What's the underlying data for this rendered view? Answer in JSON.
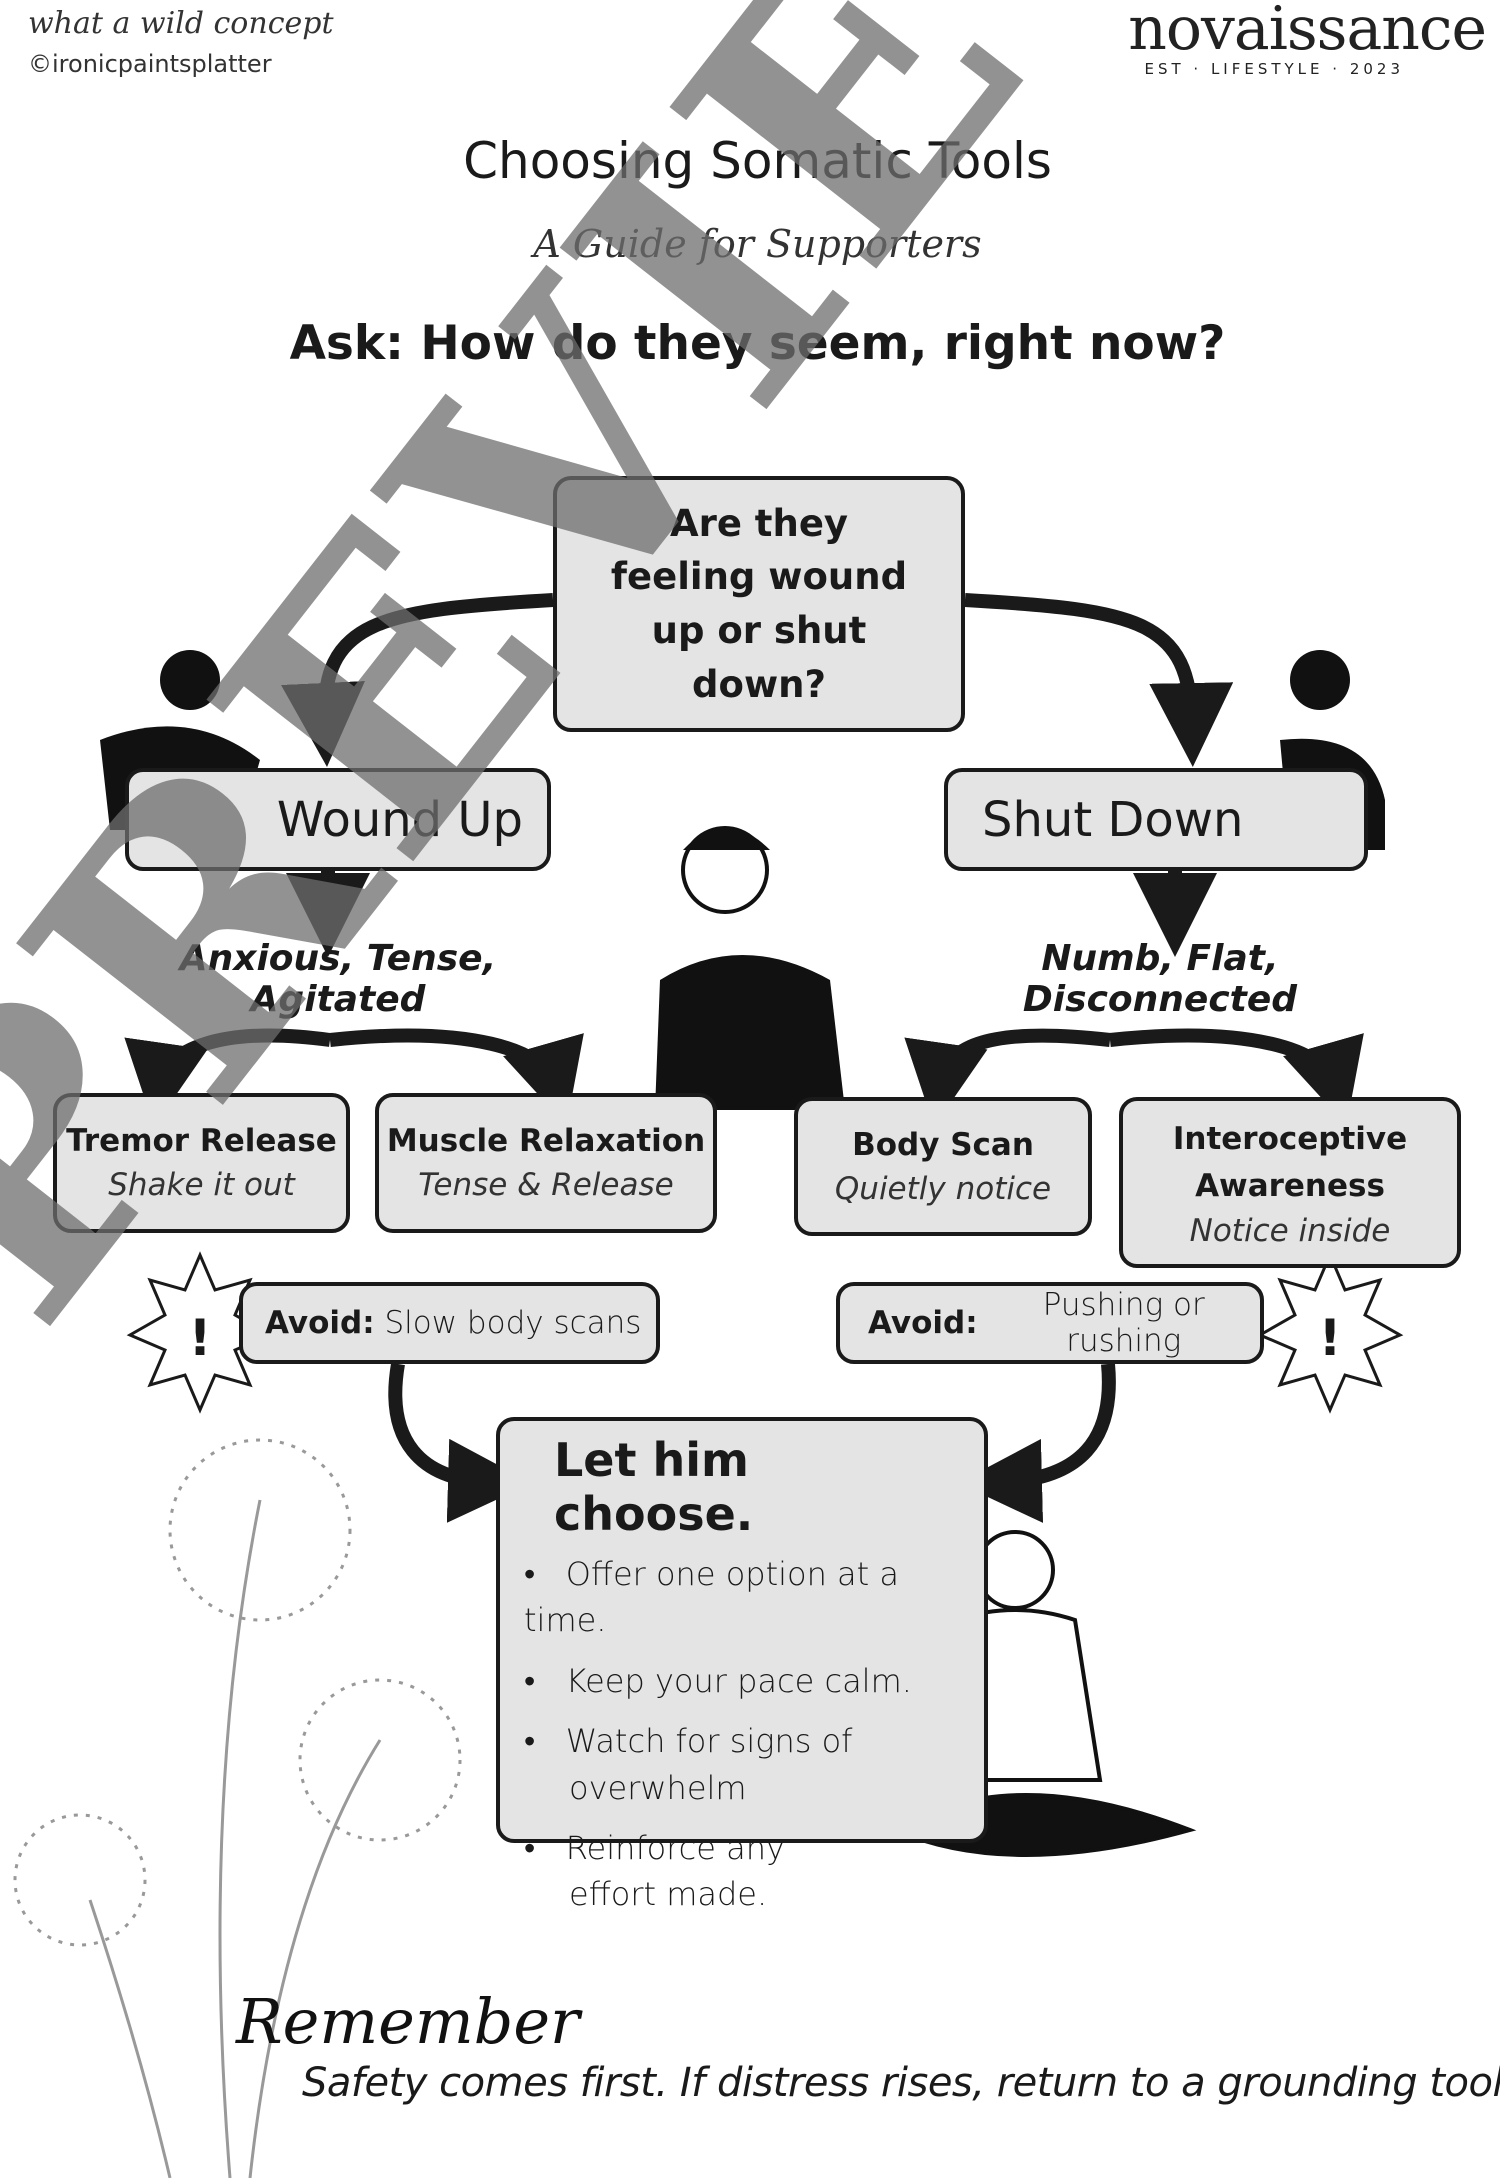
{
  "header": {
    "brand_script": "what a wild concept",
    "handle": "©ironicpaintsplatter",
    "logo": "novaissance",
    "logo_sub": "EST · LIFESTYLE · 2023"
  },
  "title": "Choosing Somatic Tools",
  "subtitle": "A Guide for Supporters",
  "question": "Ask: How do they seem, right now?",
  "center_box": "Are they feeling wound up or shut down?",
  "left": {
    "state": "Wound Up",
    "signs": "Anxious, Tense, Agitated",
    "tools": [
      {
        "name": "Tremor Release",
        "hint": "Shake it out"
      },
      {
        "name": "Muscle Relaxation",
        "hint": "Tense & Release"
      }
    ],
    "avoid_label": "Avoid:",
    "avoid_text": "Slow body scans"
  },
  "right": {
    "state": "Shut Down",
    "signs": "Numb, Flat, Disconnected",
    "tools": [
      {
        "name": "Body Scan",
        "hint": "Quietly notice"
      },
      {
        "name": "Interoceptive Awareness",
        "hint": "Notice inside"
      }
    ],
    "avoid_label": "Avoid:",
    "avoid_text": "Pushing or rushing"
  },
  "choose": {
    "title": "Let him choose.",
    "bullets": [
      "Offer one option at a time.",
      "Keep your pace calm.",
      "Watch for signs of overwhelm",
      "Reinforce any effort made."
    ]
  },
  "remember": {
    "label": "Remember",
    "text": "Safety comes first. If distress rises, return to a grounding tool."
  },
  "watermark": "PREVIEW",
  "colors": {
    "box_fill": "#e4e4e4",
    "ink": "#1a1a1a",
    "watermark": "#6e6e6e"
  }
}
